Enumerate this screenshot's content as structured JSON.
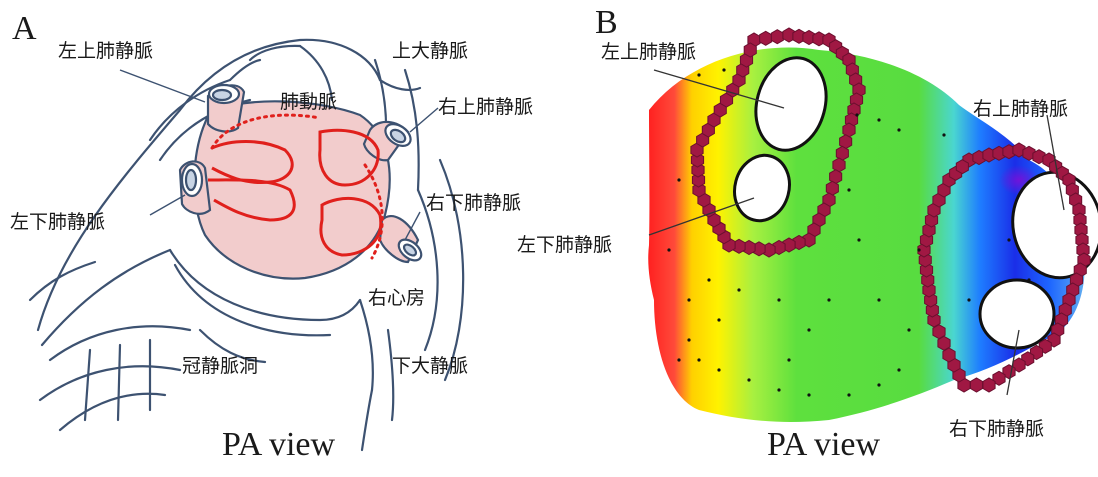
{
  "panel_a": {
    "letter": "A",
    "caption": "PA view",
    "labels": {
      "lspv": "左上肺静脈",
      "svc": "上大静脈",
      "pa": "肺動脈",
      "rspv": "右上肺静脈",
      "lipv": "左下肺静脈",
      "ripv": "右下肺静脈",
      "ra": "右心房",
      "cs": "冠静脈洞",
      "ivc": "下大静脈"
    }
  },
  "panel_b": {
    "letter": "B",
    "caption": "PA view",
    "labels": {
      "lspv": "左上肺静脈",
      "rspv": "右上肺静脈",
      "lipv": "左下肺静脈",
      "ripv": "右下肺静脈"
    }
  },
  "colors": {
    "outline": "#3d5271",
    "atrium_fill": "#f2cccc",
    "ablation_line": "#e0201c",
    "lesion": "#a01843"
  }
}
